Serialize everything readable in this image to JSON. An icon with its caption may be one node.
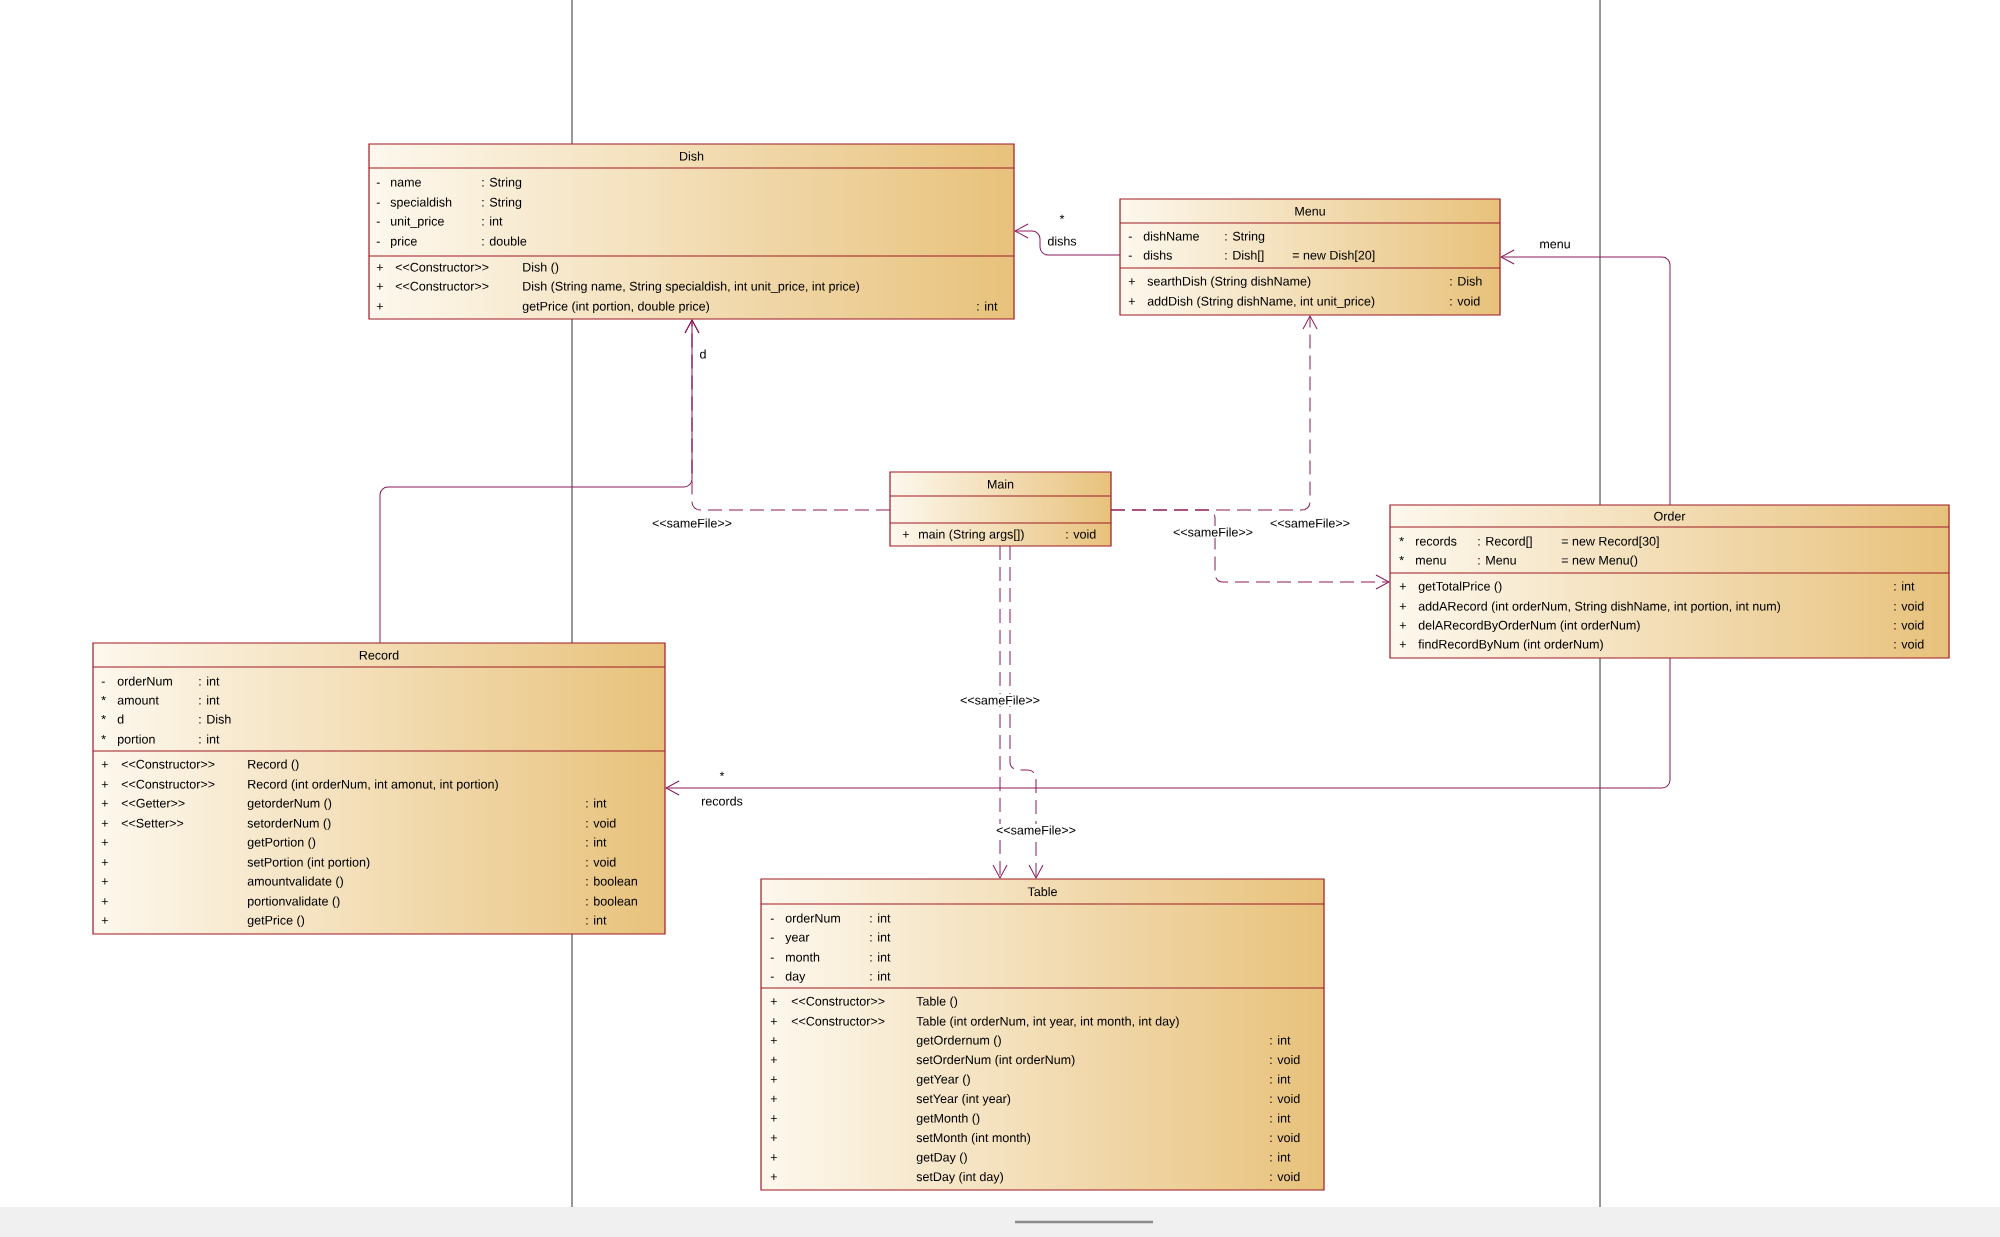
{
  "diagram": {
    "nodes": [
      {
        "text": [
          "Dish",
          "-",
          "name",
          ": String",
          "-",
          "specialdish",
          ": String",
          "-",
          "unit_price",
          ": int",
          "-",
          "price",
          ": double",
          "+",
          "<<Constructor>>",
          "Dish ()",
          "+",
          "<<Constructor>>",
          "Dish (String name, String specialdish, int unit_price, int price)",
          "+",
          "getPrice (int portion, double price)",
          ": int"
        ]
      },
      {
        "text": [
          "Menu",
          "-",
          "dishName",
          ": String",
          "-",
          "dishs",
          ": Dish[]",
          "= new Dish[20]",
          "+",
          "searthDish (String dishName)",
          ": Dish",
          "+",
          "addDish (String dishName, int unit_price)",
          ": void"
        ]
      },
      {
        "text": [
          "Main",
          "+",
          "main (String args[])",
          ": void"
        ]
      },
      {
        "text": [
          "Order",
          "*",
          "records",
          ": Record[]",
          "= new Record[30]",
          "*",
          "menu",
          ": Menu",
          "= new Menu()",
          "+",
          "getTotalPrice ()",
          ": int",
          "+",
          "addARecord (int orderNum, String dishName, int portion, int num)",
          ": void",
          "+",
          "delARecordByOrderNum (int orderNum)",
          ": void",
          "+",
          "findRecordByNum (int orderNum)",
          ": void"
        ]
      },
      {
        "text": [
          "Record",
          "-",
          "orderNum",
          ": int",
          "*",
          "amount",
          ": int",
          "*",
          "d",
          ": Dish",
          "*",
          "portion",
          ": int",
          "+",
          "<<Constructor>>",
          "Record ()",
          "+",
          "<<Constructor>>",
          "Record (int orderNum, int amonut, int portion)",
          "+",
          "<<Getter>>",
          "getorderNum ()",
          ": int",
          "+",
          "<<Setter>>",
          "setorderNum ()",
          ": void",
          "+",
          "getPortion ()",
          ": int",
          "+",
          "setPortion (int portion)",
          ": void",
          "+",
          "amountvalidate ()",
          ": boolean",
          "+",
          "portionvalidate ()",
          ": boolean",
          "+",
          "getPrice ()",
          ": int"
        ]
      },
      {
        "text": [
          "Table",
          "-",
          "orderNum",
          ": int",
          "-",
          "year",
          ": int",
          "-",
          "month",
          ": int",
          "-",
          "day",
          ": int",
          "+",
          "<<Constructor>>",
          "Table ()",
          "+",
          "<<Constructor>>",
          "Table (int orderNum, int year, int month, int day)",
          "+",
          "getOrdernum ()",
          ": int",
          "+",
          "setOrderNum (int orderNum)",
          ": void",
          "+",
          "getYear ()",
          ": int",
          "+",
          "setYear (int year)",
          ": void",
          "+",
          "getMonth ()",
          ": int",
          "+",
          "setMonth (int month)",
          ": void",
          "+",
          "getDay ()",
          ": int",
          "+",
          "setDay (int day)",
          ": void"
        ]
      }
    ],
    "edges": [
      {
        "from": 1,
        "to": 0,
        "arrow": "to",
        "label": "dishs"
      },
      {
        "from": 3,
        "to": 1,
        "arrow": "to",
        "label": "menu"
      },
      {
        "from": 4,
        "to": 0,
        "arrow": "to",
        "label": "d"
      },
      {
        "from": 3,
        "to": 4,
        "arrow": "to",
        "label": "records"
      },
      {
        "from": 2,
        "to": 0,
        "arrow": "to",
        "label": "<<sameFile>>",
        "style": "dashed"
      },
      {
        "from": 2,
        "to": 1,
        "arrow": "to",
        "label": "<<sameFile>>",
        "style": "dashed"
      },
      {
        "from": 2,
        "to": 3,
        "arrow": "to",
        "label": "<<sameFile>>",
        "style": "dashed"
      },
      {
        "from": 2,
        "to": 5,
        "arrow": "to",
        "label": "<<sameFile>>",
        "style": "dashed"
      },
      {
        "from": 2,
        "to": 5,
        "arrow": "to",
        "label": "<<sameFile>>",
        "style": "dashed"
      }
    ],
    "labels": [
      "*",
      "*"
    ]
  }
}
